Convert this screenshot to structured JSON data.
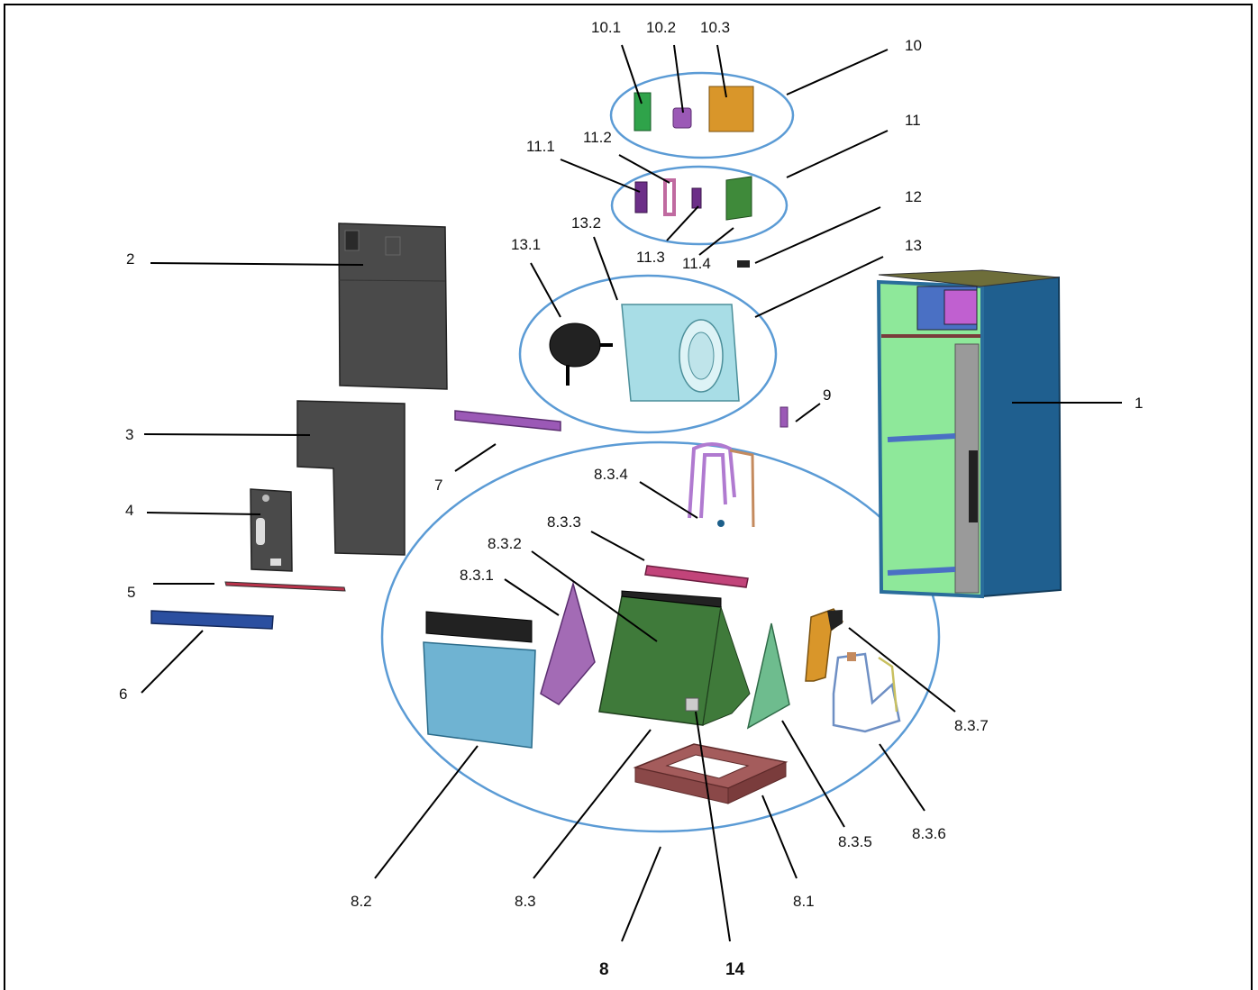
{
  "labels": {
    "l1": "1",
    "l2": "2",
    "l3": "3",
    "l4": "4",
    "l5": "5",
    "l6": "6",
    "l7": "7",
    "l8": "8",
    "l8_1": "8.1",
    "l8_2": "8.2",
    "l8_3": "8.3",
    "l8_3_1": "8.3.1",
    "l8_3_2": "8.3.2",
    "l8_3_3": "8.3.3",
    "l8_3_4": "8.3.4",
    "l8_3_5": "8.3.5",
    "l8_3_6": "8.3.6",
    "l8_3_7": "8.3.7",
    "l9": "9",
    "l10": "10",
    "l10_1": "10.1",
    "l10_2": "10.2",
    "l10_3": "10.3",
    "l11": "11",
    "l11_1": "11.1",
    "l11_2": "11.2",
    "l11_3": "11.3",
    "l11_4": "11.4",
    "l12": "12",
    "l13": "13",
    "l13_1": "13.1",
    "l13_2": "13.2",
    "l14": "14"
  },
  "colors": {
    "cabinet_blue": "#1f5f8f",
    "panel_gray": "#4a4a4a",
    "coil_green": "#3f7a3a",
    "purple_part": "#9b59b6",
    "pink_part": "#c2447a",
    "blue_tray": "#2b4fa0",
    "light_blue_part": "#6fb3d2",
    "drain_pan_brown": "#a45c5c",
    "orange_board": "#d9962a",
    "light_green_panel": "#8ee89a",
    "group_circle_blue": "#5b9bd5"
  }
}
